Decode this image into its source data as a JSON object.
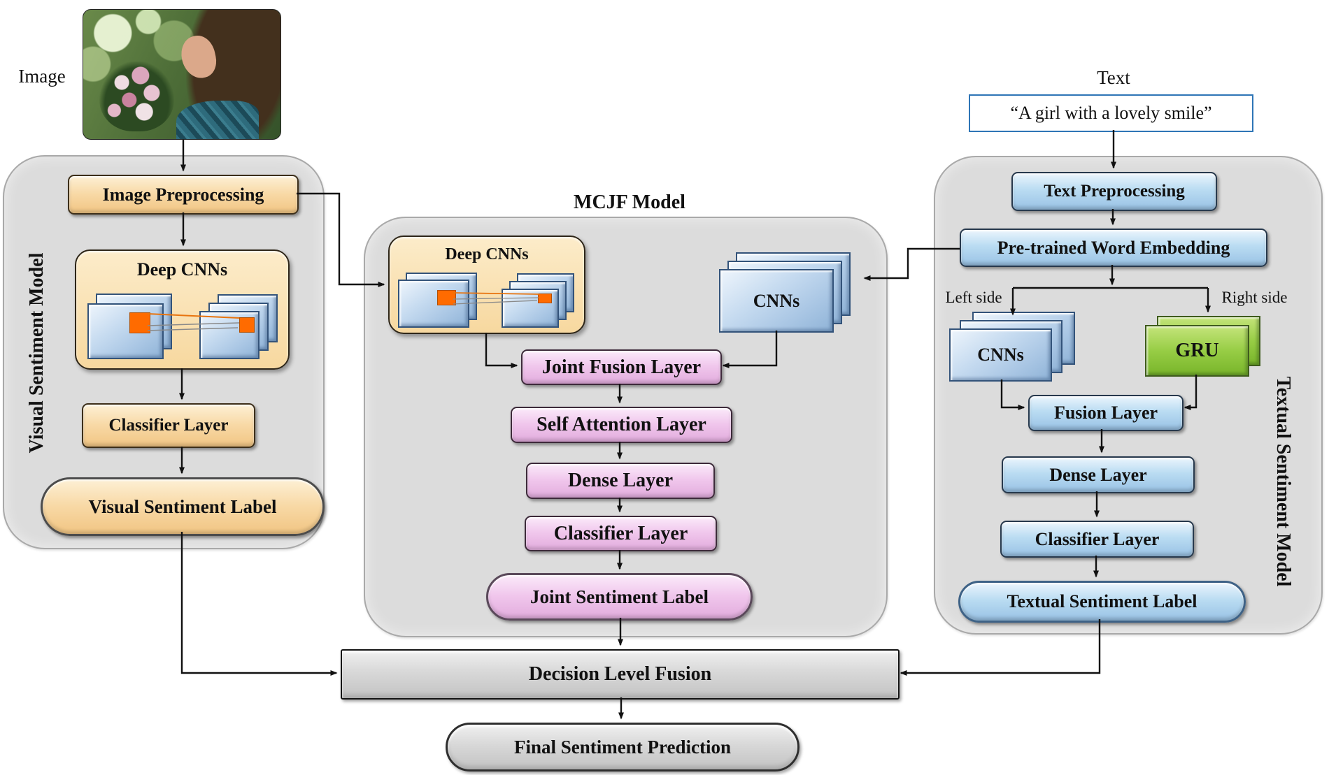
{
  "inputs": {
    "image_label": "Image",
    "text_label": "Text",
    "text_quote": "“A girl with a lovely smile”"
  },
  "visual_model": {
    "panel_title": "Visual Sentiment Model",
    "image_preprocessing": "Image Preprocessing",
    "deep_cnns": "Deep CNNs",
    "classifier_layer": "Classifier Layer",
    "visual_sentiment_label": "Visual Sentiment Label"
  },
  "mcjf_model": {
    "title": "MCJF Model",
    "deep_cnns": "Deep CNNs",
    "cnns": "CNNs",
    "joint_fusion_layer": "Joint Fusion Layer",
    "self_attention_layer": "Self Attention Layer",
    "dense_layer": "Dense Layer",
    "classifier_layer": "Classifier Layer",
    "joint_sentiment_label": "Joint Sentiment Label"
  },
  "textual_model": {
    "panel_title": "Textual Sentiment Model",
    "text_preprocessing": "Text Preprocessing",
    "pretrained_word_embedding": "Pre-trained Word Embedding",
    "left_side": "Left side",
    "right_side": "Right side",
    "cnns": "CNNs",
    "gru": "GRU",
    "fusion_layer": "Fusion Layer",
    "dense_layer": "Dense Layer",
    "classifier_layer": "Classifier Layer",
    "textual_sentiment_label": "Textual Sentiment Label"
  },
  "fusion": {
    "decision_level_fusion": "Decision Level Fusion",
    "final_sentiment_prediction": "Final Sentiment Prediction"
  },
  "colors": {
    "visual_node": "#F8D9A6",
    "mcjf_node": "#F0C6EC",
    "textual_node": "#BADCF2",
    "gru_node": "#97CD45",
    "panel_gray": "#DCDCDC",
    "fusion_gray": "#D8D8D8",
    "feature_square": "#FF6B00",
    "quote_border": "#2E75B6",
    "connector": "#111111"
  }
}
